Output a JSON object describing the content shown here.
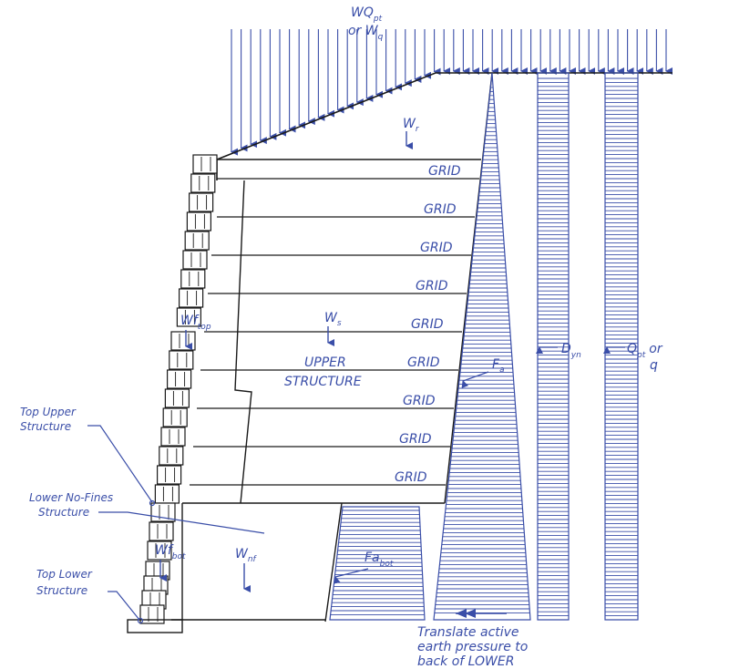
{
  "load_label": {
    "line1": "WQ",
    "line1_sub": "pt",
    "line2": "or W",
    "line2_sub": "q"
  },
  "wr_label": {
    "main": "W",
    "sub": "r"
  },
  "ws_label": {
    "main": "W",
    "sub": "s"
  },
  "wnf_label": {
    "main": "W",
    "sub": "nf"
  },
  "wf_top_label": {
    "main": "Wf",
    "sub": "top"
  },
  "wf_bot_label": {
    "main": "Wf",
    "sub": "bot"
  },
  "upper_structure": [
    "UPPER",
    "STRUCTURE"
  ],
  "grid_label": "GRID",
  "fa_label": {
    "main": "F",
    "sub": "a"
  },
  "fa_bot_label": {
    "main": "Fa",
    "sub": "bot"
  },
  "dyn_label": {
    "main": "D",
    "sub": "yn"
  },
  "qpt_label": {
    "main": "Q",
    "sub": "pt",
    "tail": "or",
    "line2": "q"
  },
  "callouts": {
    "top_upper": [
      "Top Upper",
      "Structure"
    ],
    "lower_no_fines": [
      "Lower No-Fines",
      "Structure"
    ],
    "top_lower": [
      "Top Lower",
      "Structure"
    ]
  },
  "note": [
    "Translate active",
    "earth pressure to",
    "back of LOWER"
  ],
  "colors": {
    "ink": "#1a1a1a",
    "accent": "#3a4ea8"
  }
}
